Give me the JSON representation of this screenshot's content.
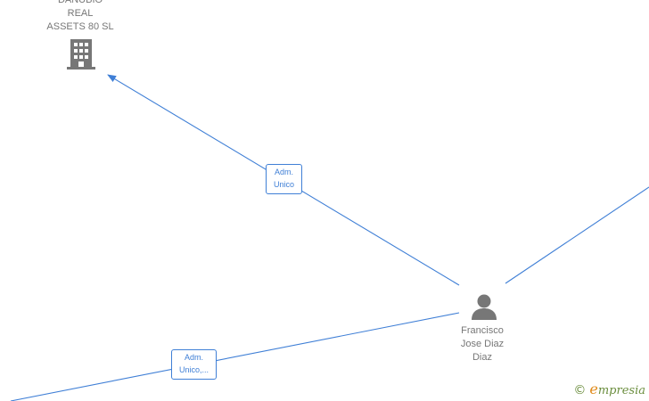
{
  "nodes": {
    "company": {
      "label_lines": [
        "DANUBIO",
        "REAL",
        "ASSETS 80  SL"
      ],
      "icon": "building-icon"
    },
    "person": {
      "label_lines": [
        "Francisco",
        "Jose Diaz",
        "Diaz"
      ],
      "icon": "person-icon"
    }
  },
  "edges": {
    "company_edge": {
      "label_lines": [
        "Adm.",
        "Unico"
      ]
    },
    "left_edge": {
      "label_lines": [
        "Adm.",
        "Unico,..."
      ]
    }
  },
  "watermark": {
    "copyright": "©",
    "brand_first": "e",
    "brand_rest": "mpresia"
  },
  "colors": {
    "edge": "#3f7fd6",
    "node_icon": "#777777",
    "node_text": "#777777",
    "brand_green": "#6b8e3e",
    "brand_orange": "#e08a1a"
  }
}
